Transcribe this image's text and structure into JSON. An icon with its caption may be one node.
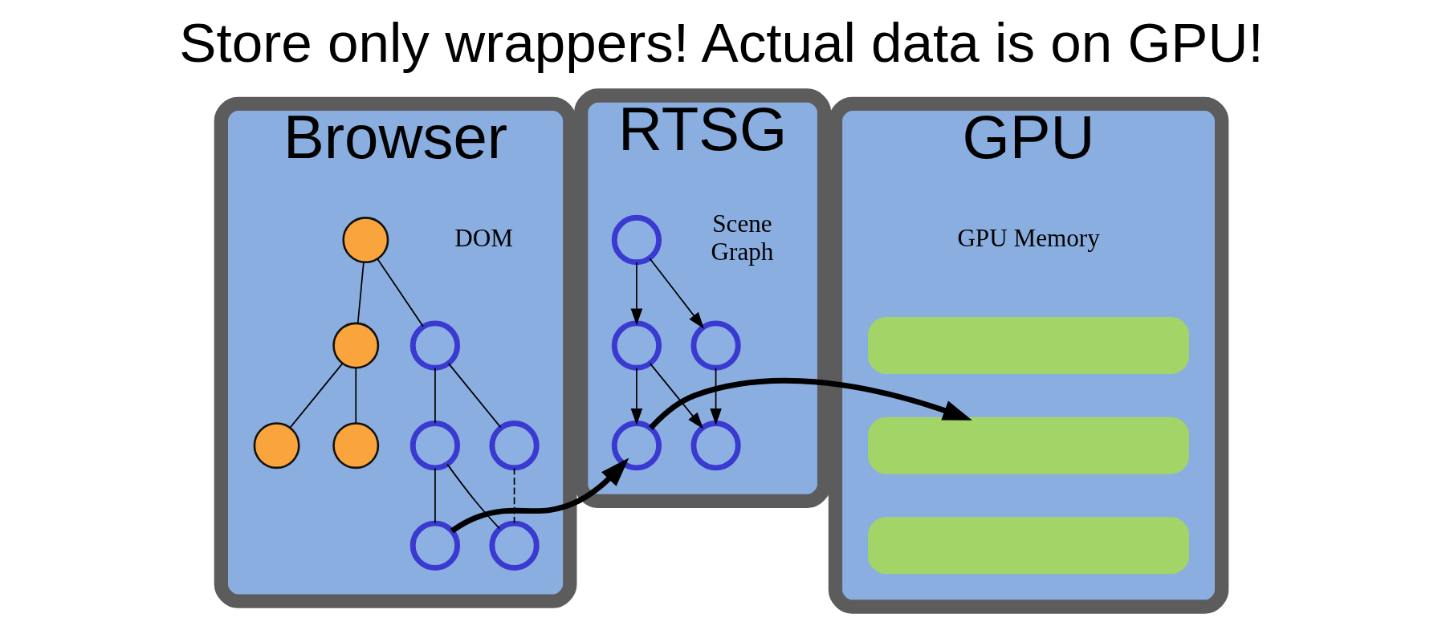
{
  "diagram": {
    "title": "Store only wrappers! Actual data is on GPU!",
    "nodes": [
      {
        "text": [
          "Browser"
        ]
      },
      {
        "text": [],
        "shape": "circle",
        "in": 0
      },
      {
        "text": [],
        "shape": "circle",
        "in": 0
      },
      {
        "text": [],
        "shape": "circle",
        "in": 0
      },
      {
        "text": [],
        "shape": "circle",
        "in": 0
      },
      {
        "text": [],
        "shape": "circle",
        "in": 0
      },
      {
        "text": [],
        "shape": "circle",
        "in": 0
      },
      {
        "text": [],
        "shape": "circle",
        "in": 0
      },
      {
        "text": [],
        "shape": "circle",
        "in": 0
      },
      {
        "text": [],
        "shape": "circle",
        "in": 0
      },
      {
        "text": [
          "RTSG"
        ]
      },
      {
        "text": [],
        "shape": "circle",
        "in": 10
      },
      {
        "text": [],
        "shape": "circle",
        "in": 10
      },
      {
        "text": [],
        "shape": "circle",
        "in": 10
      },
      {
        "text": [],
        "shape": "circle",
        "in": 10
      },
      {
        "text": [],
        "shape": "circle",
        "in": 10
      },
      {
        "text": [
          "GPU"
        ]
      },
      {
        "text": [],
        "shape": "bar",
        "in": 16
      },
      {
        "text": [],
        "shape": "bar",
        "in": 16
      },
      {
        "text": [],
        "shape": "bar",
        "in": 16
      }
    ],
    "edges": [
      {
        "from": 1,
        "to": 2,
        "arrow": "none"
      },
      {
        "from": 1,
        "to": 3,
        "arrow": "none"
      },
      {
        "from": 2,
        "to": 4,
        "arrow": "none"
      },
      {
        "from": 2,
        "to": 5,
        "arrow": "none"
      },
      {
        "from": 3,
        "to": 6,
        "arrow": "none"
      },
      {
        "from": 3,
        "to": 7,
        "arrow": "none"
      },
      {
        "from": 6,
        "to": 8,
        "arrow": "none"
      },
      {
        "from": 6,
        "to": 9,
        "arrow": "none"
      },
      {
        "from": 7,
        "to": 9,
        "arrow": "none",
        "style": "dashed"
      },
      {
        "from": 11,
        "to": 12,
        "arrow": "to"
      },
      {
        "from": 11,
        "to": 13,
        "arrow": "to"
      },
      {
        "from": 12,
        "to": 14,
        "arrow": "to"
      },
      {
        "from": 12,
        "to": 15,
        "arrow": "to"
      },
      {
        "from": 13,
        "to": 15,
        "arrow": "to"
      },
      {
        "from": 8,
        "to": 14,
        "arrow": "to",
        "style": "thick"
      },
      {
        "from": 14,
        "to": 18,
        "arrow": "to",
        "style": "thick"
      }
    ],
    "labels": [
      "DOM",
      "Scene Graph",
      "GPU Memory"
    ]
  }
}
